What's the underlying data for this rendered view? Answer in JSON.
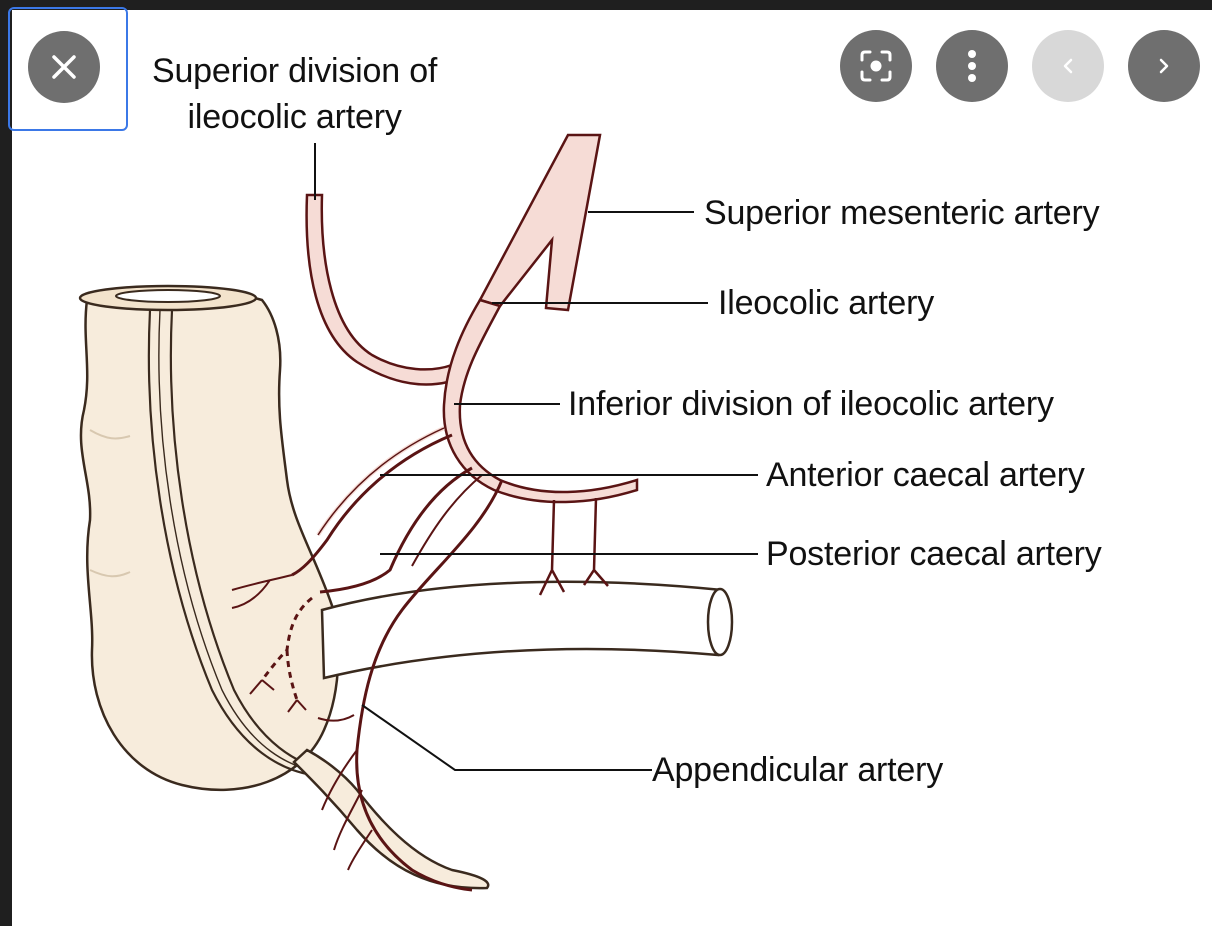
{
  "toolbar": {
    "close_icon": "close-icon",
    "lens_icon": "visual-search-icon",
    "more_icon": "more-vert-icon",
    "prev_icon": "chevron-left-icon",
    "next_icon": "chevron-right-icon"
  },
  "diagram": {
    "labels": {
      "superior_division": [
        "Superior division of",
        "ileocolic artery"
      ],
      "superior_mesenteric": "Superior mesenteric artery",
      "ileocolic": "Ileocolic artery",
      "inferior_division": "Inferior division of ileocolic artery",
      "anterior_caecal": "Anterior caecal artery",
      "posterior_caecal": "Posterior caecal artery",
      "appendicular": "Appendicular artery"
    }
  },
  "colors": {
    "artery_outline": "#5a1414",
    "artery_fill": "#f6dcd6",
    "caecum_fill": "#f7ecdc",
    "button_bg": "#6f6f6f",
    "button_disabled_bg": "#d8d8d8",
    "focus_ring": "#3b78e7"
  }
}
